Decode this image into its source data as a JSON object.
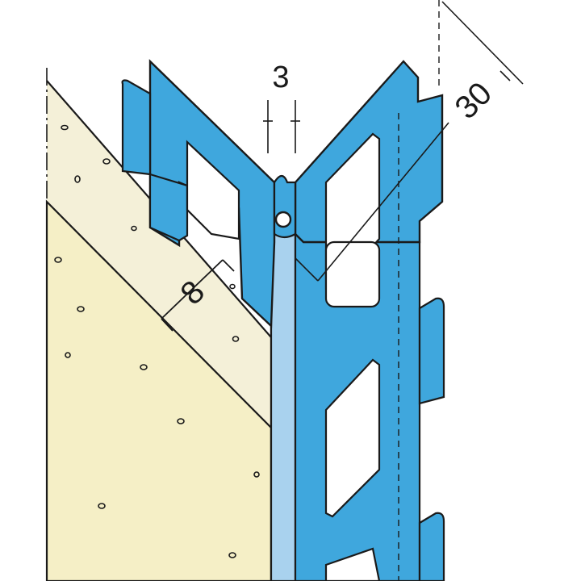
{
  "dimensions": {
    "gap": "3",
    "plaster_thickness": "8",
    "flange_depth": "30"
  },
  "colors": {
    "background": "#ffffff",
    "profile_blue": "#3fa7dd",
    "profile_blue_light": "#a9d2ee",
    "plaster_layer": "#f4f0d8",
    "plaster_base": "#f5efc6",
    "outline": "#1a1a1a"
  },
  "icons": [
    "corner-bead-profile",
    "dimension-line"
  ]
}
